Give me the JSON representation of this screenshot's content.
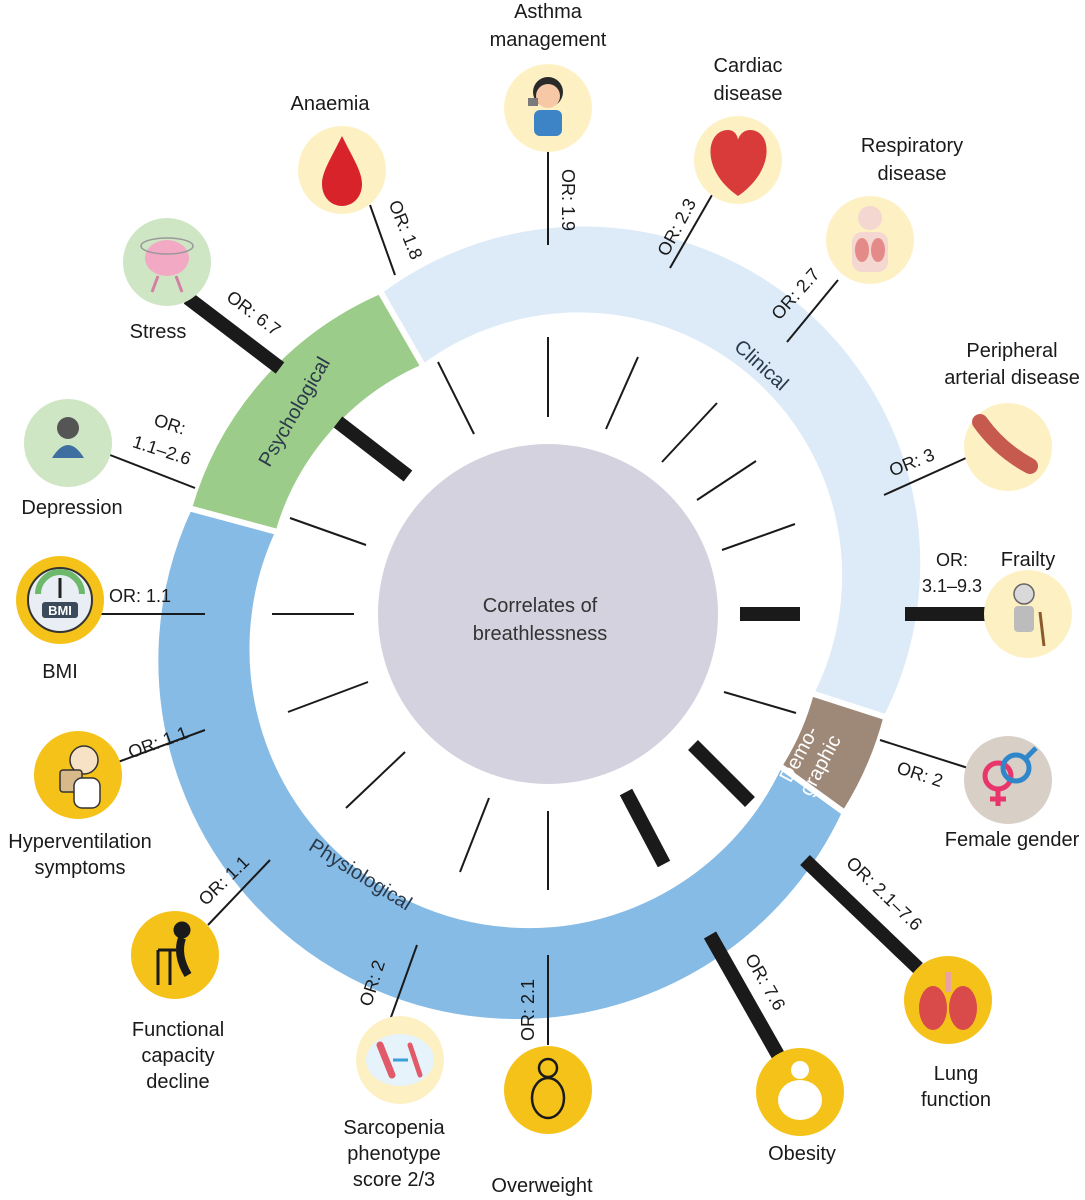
{
  "center": {
    "line1": "Correlates of",
    "line2": "breathlessness"
  },
  "segments": {
    "psychological": {
      "label": "Psychological",
      "color": "#9ccc8a"
    },
    "clinical": {
      "label": "Clinical",
      "color": "#dcebf7"
    },
    "demographic": {
      "label_line1": "Demo-",
      "label_line2": "graphic",
      "color": "#9e8878"
    },
    "physiological": {
      "label": "Physiological",
      "color": "#86bbe6"
    }
  },
  "factors": [
    {
      "key": "asthma",
      "name": [
        "Asthma",
        "management"
      ],
      "or": "OR: 1.9",
      "icon": "asthma-inhaler-icon",
      "circle": "#fdf1c4"
    },
    {
      "key": "cardiac",
      "name": [
        "Cardiac",
        "disease"
      ],
      "or": "OR: 2.3",
      "icon": "heart-icon",
      "circle": "#fdf1c4"
    },
    {
      "key": "respiratory",
      "name": [
        "Respiratory",
        "disease"
      ],
      "or": "OR: 2.7",
      "icon": "lungs-body-icon",
      "circle": "#fdf1c4"
    },
    {
      "key": "pad",
      "name": [
        "Peripheral",
        "arterial disease"
      ],
      "or": "OR: 3",
      "icon": "artery-icon",
      "circle": "#fdf1c4"
    },
    {
      "key": "frailty",
      "name": [
        "Frailty"
      ],
      "or": [
        "OR:",
        "3.1–9.3"
      ],
      "icon": "elderly-person-icon",
      "circle": "#fdf1c4"
    },
    {
      "key": "female",
      "name": [
        "Female gender"
      ],
      "or": "OR: 2",
      "icon": "gender-symbol-icon",
      "circle": "#d8cfc7"
    },
    {
      "key": "lung",
      "name": [
        "Lung",
        "function"
      ],
      "or": "OR: 2.1–7.6",
      "icon": "lungs-icon",
      "circle": "#f5c219"
    },
    {
      "key": "obesity",
      "name": [
        "Obesity"
      ],
      "or": "OR: 7.6",
      "icon": "obese-person-icon",
      "circle": "#f5c219"
    },
    {
      "key": "overweight",
      "name": [
        "Overweight"
      ],
      "or": "OR: 2.1",
      "icon": "overweight-person-icon",
      "circle": "#f5c219"
    },
    {
      "key": "sarcopenia",
      "name": [
        "Sarcopenia",
        "phenotype",
        "score 2/3"
      ],
      "or": "OR: 2",
      "icon": "muscle-icon",
      "circle": "#fdf1c4"
    },
    {
      "key": "functional",
      "name": [
        "Functional",
        "capacity",
        "decline"
      ],
      "or": "OR: 1.1",
      "icon": "walker-person-icon",
      "circle": "#f5c219"
    },
    {
      "key": "hyperventilation",
      "name": [
        "Hyperventilation",
        "symptoms"
      ],
      "or": "OR: 1.1",
      "icon": "paper-bag-breathing-icon",
      "circle": "#f5c219"
    },
    {
      "key": "bmi",
      "name": [
        "BMI"
      ],
      "or": "OR: 1.1",
      "icon": "bmi-gauge-icon",
      "circle": "#f5c219"
    },
    {
      "key": "depression",
      "name": [
        "Depression"
      ],
      "or": [
        "OR:",
        "1.1–2.6"
      ],
      "icon": "depressed-person-icon",
      "circle": "#cfe6c4"
    },
    {
      "key": "stress",
      "name": [
        "Stress"
      ],
      "or": "OR: 6.7",
      "icon": "stressed-brain-icon",
      "circle": "#cfe6c4"
    },
    {
      "key": "anaemia",
      "name": [
        "Anaemia"
      ],
      "or": "OR: 1.8",
      "icon": "blood-drop-icon",
      "circle": "#fdf1c4"
    }
  ]
}
